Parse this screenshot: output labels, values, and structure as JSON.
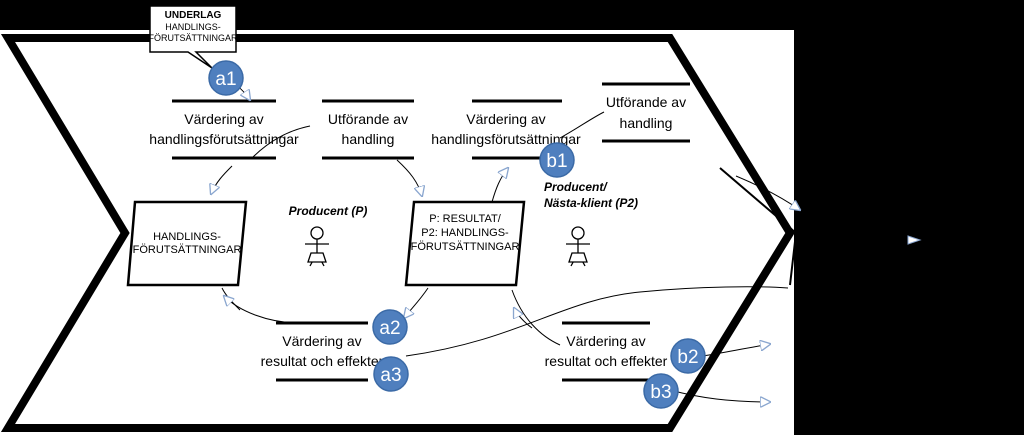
{
  "underlag": {
    "title": "UNDERLAG",
    "line1": "HANDLINGS-",
    "line2": "FÖRUTSÄTTNINGAR"
  },
  "badges": {
    "a1": "a1",
    "a2": "a2",
    "a3": "a3",
    "b1": "b1",
    "b2": "b2",
    "b3": "b3"
  },
  "stages": {
    "vardering_hf_1": {
      "line1": "Värdering av",
      "line2": "handlingsförutsättningar"
    },
    "utforande_1": {
      "line1": "Utförande av",
      "line2": "handling"
    },
    "vardering_hf_2": {
      "line1": "Värdering av",
      "line2": "handlingsförutsättningar"
    },
    "utforande_2": {
      "line1": "Utförande av",
      "line2": "handling"
    },
    "vardering_re_1": {
      "line1": "Värdering av",
      "line2": "resultat och effekter"
    },
    "vardering_re_2": {
      "line1": "Värdering av",
      "line2": "resultat och effekter"
    }
  },
  "boxes": {
    "hf": {
      "line1": "HANDLINGS-",
      "line2": "FÖRUTSÄTTNINGAR"
    },
    "resultat": {
      "line1": "P: RESULTAT/",
      "line2": "P2: HANDLINGS-",
      "line3": "FÖRUTSÄTTNINGAR"
    }
  },
  "actors": {
    "producent": "Producent (P)",
    "producent2_line1": "Producent/",
    "producent2_line2": "Nästa-klient (P2)"
  },
  "colors": {
    "badge": "#4f7fbe",
    "badge_border": "#3b6aa6",
    "arrowhead": "#aec4e2",
    "outline": "#000000",
    "dark_panel": "#000000"
  }
}
